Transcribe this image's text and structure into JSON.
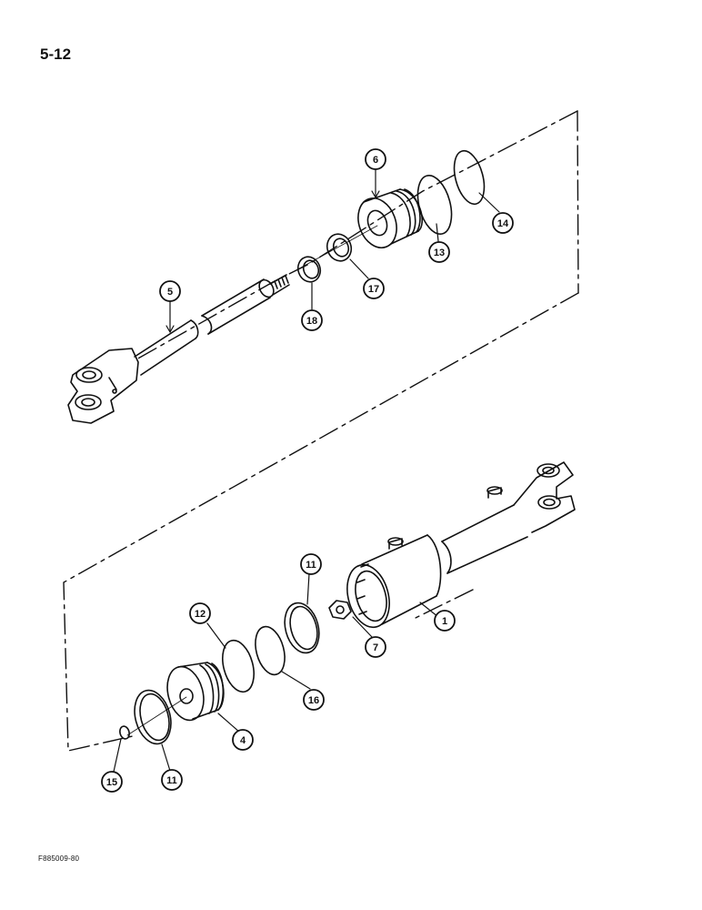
{
  "page_number": "5-12",
  "figure_code": "F885009-80",
  "callouts": {
    "c6": "6",
    "c14": "14",
    "c13": "13",
    "c17": "17",
    "c18": "18",
    "c5": "5",
    "c11a": "11",
    "c12": "12",
    "c1": "1",
    "c7": "7",
    "c16": "16",
    "c4": "4",
    "c15": "15",
    "c11b": "11"
  }
}
